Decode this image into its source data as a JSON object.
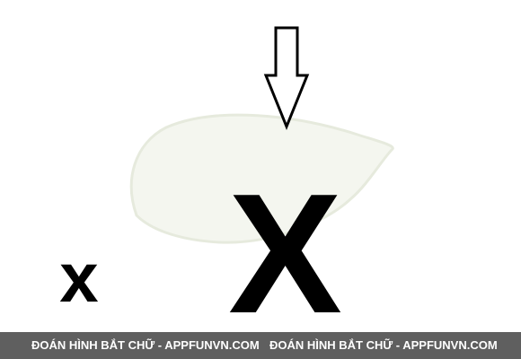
{
  "puzzle": {
    "small_letter": "x",
    "big_letter": "X",
    "arrow_icon": "down-arrow-icon",
    "leaf_icon": "leaf-shape-icon"
  },
  "footer": {
    "watermark_left": "ĐOÁN HÌNH BẮT CHỮ - APPFUNVN.COM",
    "watermark_right": "ĐOÁN HÌNH BẮT CHỮ - APPFUNVN.COM"
  },
  "colors": {
    "background": "#ffffff",
    "leaf_fill": "#f4f6ef",
    "leaf_stroke": "#e6eadd",
    "letters": "#000000",
    "footer_bar": "#5f5f5f",
    "footer_text": "#ffffff"
  }
}
